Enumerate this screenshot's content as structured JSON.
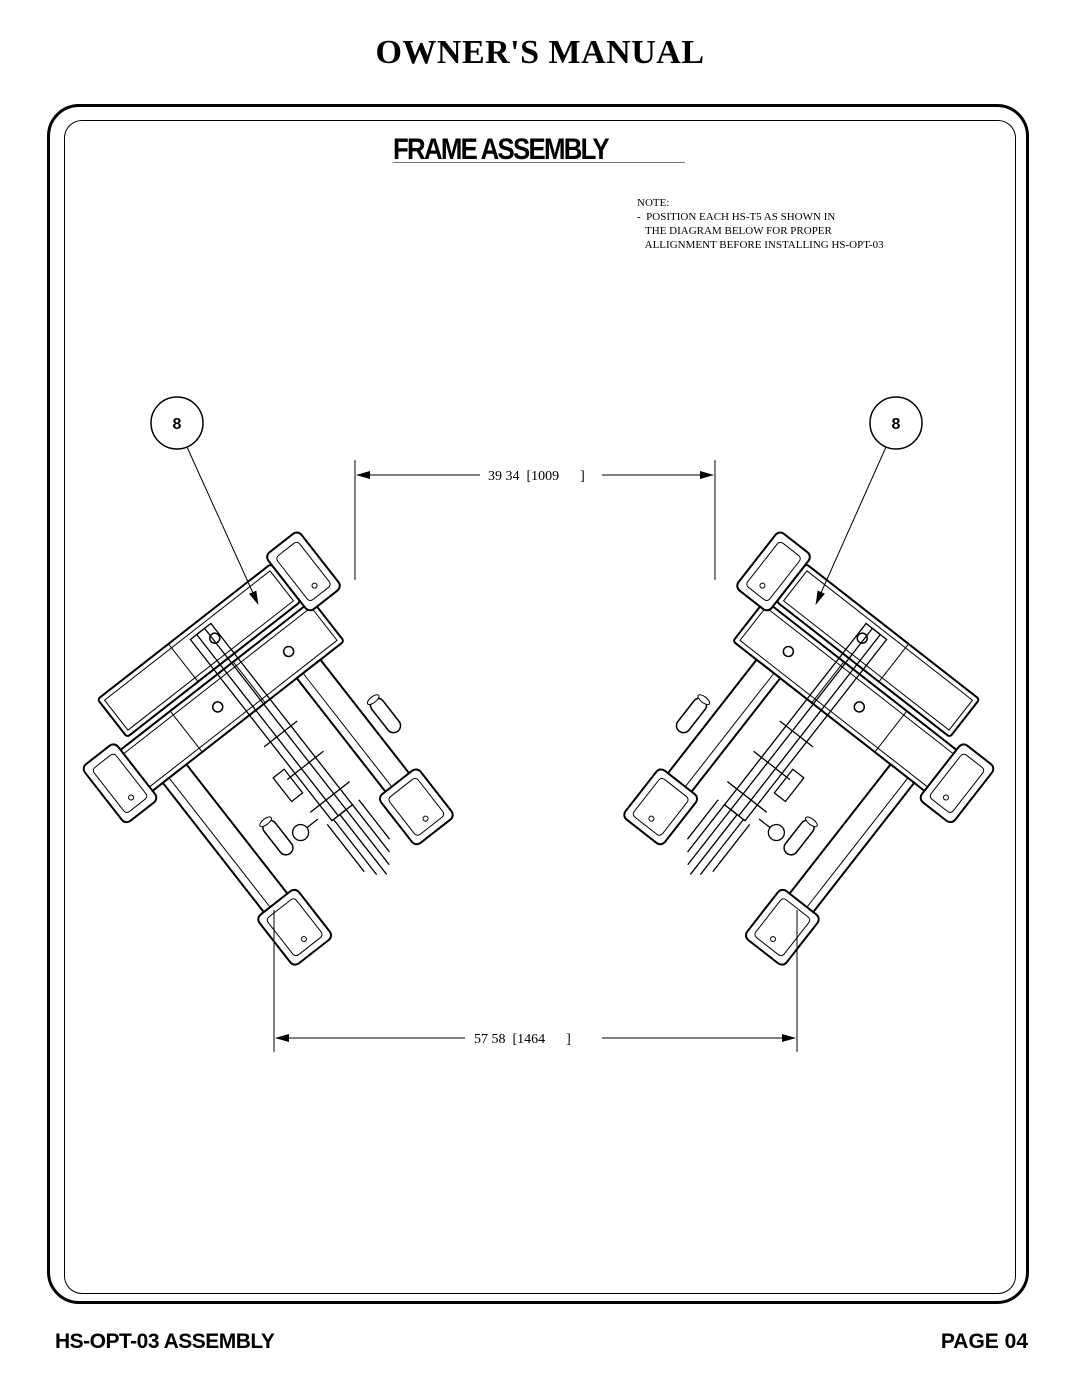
{
  "header": {
    "title": "OWNER'S MANUAL"
  },
  "section": {
    "title": "FRAME ASSEMBLY"
  },
  "note": {
    "label": "NOTE:",
    "line1": "-  POSITION EACH HS-T5 AS SHOWN IN",
    "line2": "   THE DIAGRAM BELOW FOR PROPER",
    "line3": "   ALLIGNMENT BEFORE INSTALLING HS-OPT-03"
  },
  "callouts": {
    "left": "8",
    "right": "8"
  },
  "dimensions": {
    "top": "39 34  [1009      ]",
    "bottom": "57 58  [1464      ]"
  },
  "footer": {
    "left": "HS-OPT-03 ASSEMBLY",
    "right": "PAGE 04"
  }
}
